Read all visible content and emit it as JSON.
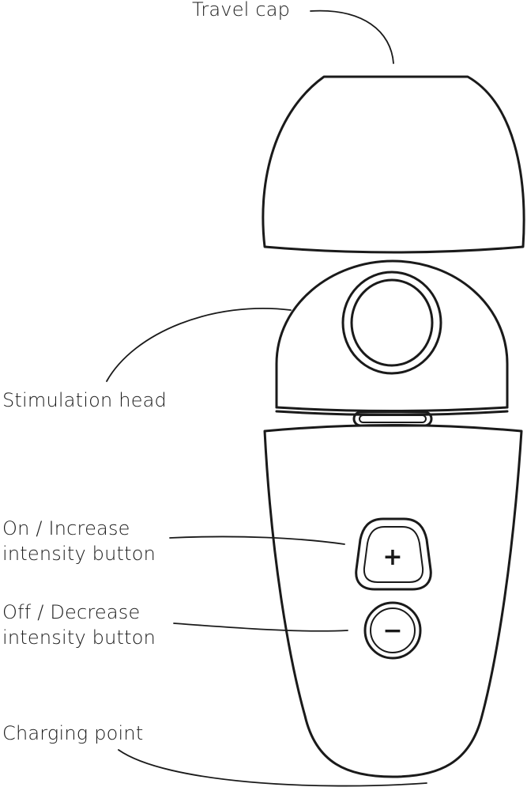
{
  "labels": {
    "travel_cap": "Travel cap",
    "stimulation_head": "Stimulation head",
    "on_increase": [
      "On / Increase",
      "intensity button"
    ],
    "off_decrease": [
      "Off / Decrease",
      "intensity button"
    ],
    "charging_point": "Charging point"
  },
  "button_symbols": {
    "plus": "+",
    "minus": "−"
  },
  "colors": {
    "stroke": "#1a1a1a",
    "background": "#ffffff"
  }
}
